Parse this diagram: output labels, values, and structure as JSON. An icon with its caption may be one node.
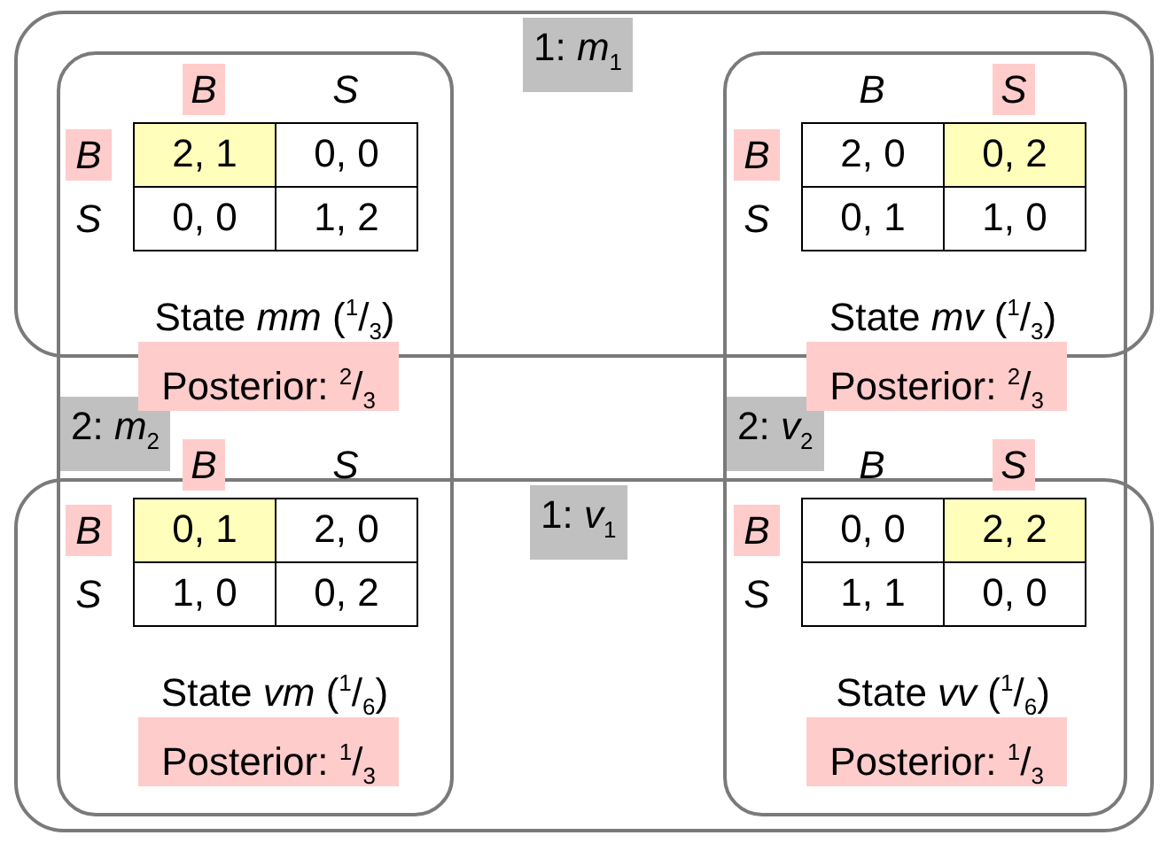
{
  "diagram": {
    "nodes": [
      {
        "text": [
          "1: *m*$_{1}$"
        ]
      },
      {
        "text": [
          "2: *m*$_{2}$"
        ]
      },
      {
        "text": [
          "2: *v*$_{2}$"
        ]
      },
      {
        "text": [
          "1: *v*$_{1}$"
        ]
      }
    ],
    "labels": [
      "B",
      "S",
      "B",
      "2, 1",
      "0, 0",
      "S",
      "0, 0",
      "1, 2",
      "State *mm* ($^{1}$/$_{3}$)",
      "Posterior: $^{2}$/$_{3}$",
      "B",
      "S",
      "B",
      "2, 0",
      "0, 2",
      "S",
      "0, 1",
      "1, 0",
      "State *mv* ($^{1}$/$_{3}$)",
      "Posterior: $^{2}$/$_{3}$",
      "B",
      "S",
      "B",
      "0, 1",
      "2, 0",
      "S",
      "1, 0",
      "0, 2",
      "State *vm* ($^{1}$/$_{6}$)",
      "Posterior: $^{1}$/$_{3}$",
      "B",
      "S",
      "B",
      "0, 0",
      "2, 2",
      "S",
      "1, 1",
      "0, 0",
      "State *vv* ($^{1}$/$_{6}$)",
      "Posterior: $^{1}$/$_{3}$"
    ]
  }
}
